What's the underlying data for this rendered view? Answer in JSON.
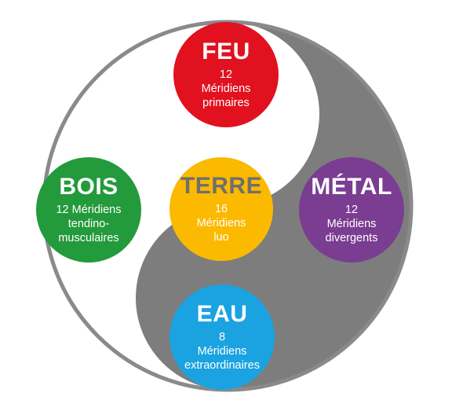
{
  "colors": {
    "yin": "#7d7d7d",
    "yang": "#ffffff",
    "outline": "#8a8a8a"
  },
  "nodes": {
    "feu": {
      "title": "FEU",
      "lines": [
        "12",
        "Méridiens",
        "primaires"
      ],
      "color": "#e2111f"
    },
    "bois": {
      "title": "BOIS",
      "lines": [
        "12 Méridiens",
        "tendino-",
        "musculaires"
      ],
      "color": "#239a3b"
    },
    "terre": {
      "title": "TERRE",
      "lines": [
        "16",
        "Méridiens",
        "luo"
      ],
      "color": "#fbb900"
    },
    "metal": {
      "title": "MÉTAL",
      "lines": [
        "12",
        "Méridiens",
        "divergents"
      ],
      "color": "#7a3d92"
    },
    "eau": {
      "title": "EAU",
      "lines": [
        "8",
        "Méridiens",
        "extraordinaires"
      ],
      "color": "#1aa3e0"
    }
  }
}
